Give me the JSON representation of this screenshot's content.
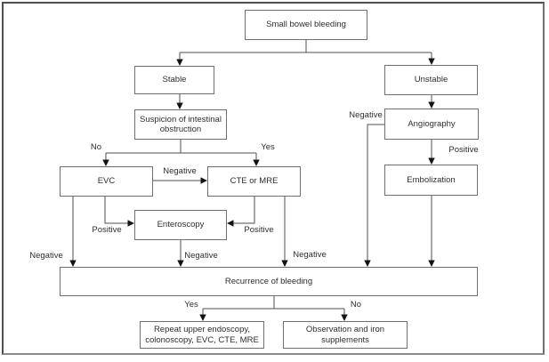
{
  "diagram": {
    "type": "flowchart",
    "nodes": {
      "root": {
        "label": "Small bowel bleeding"
      },
      "stable": {
        "label": "Stable"
      },
      "unstable": {
        "label": "Unstable"
      },
      "suspicion": {
        "label": "Suspicion of intestinal obstruction"
      },
      "evc": {
        "label": "EVC"
      },
      "cte_mre": {
        "label": "CTE or MRE"
      },
      "enteroscopy": {
        "label": "Enteroscopy"
      },
      "angiography": {
        "label": "Angiography"
      },
      "embolization": {
        "label": "Embolization"
      },
      "recurrence": {
        "label": "Recurrence of bleeding"
      },
      "repeat": {
        "label": "Repeat upper endoscopy, colonoscopy, EVC, CTE, MRE"
      },
      "observation": {
        "label": "Observation and iron supplements"
      }
    },
    "edge_labels": {
      "no_upper": "No",
      "yes_upper": "Yes",
      "negative_evc_to_cte": "Negative",
      "positive_evc": "Positive",
      "positive_cte": "Positive",
      "negative_evc_down": "Negative",
      "negative_enteroscopy_down": "Negative",
      "negative_cte_down": "Negative",
      "negative_angiography": "Negative",
      "positive_angiography": "Positive",
      "yes_lower": "Yes",
      "no_lower": "No"
    },
    "edges": [
      "Small bowel bleeding -> Stable",
      "Small bowel bleeding -> Unstable",
      "Stable -> Suspicion of intestinal obstruction",
      "Suspicion of intestinal obstruction -No-> EVC",
      "Suspicion of intestinal obstruction -Yes-> CTE or MRE",
      "EVC -Negative-> CTE or MRE",
      "EVC -Positive-> Enteroscopy",
      "CTE or MRE -Positive-> Enteroscopy",
      "EVC -Negative-> Recurrence of bleeding",
      "Enteroscopy -Negative-> Recurrence of bleeding",
      "CTE or MRE -Negative-> Recurrence of bleeding",
      "Unstable -> Angiography",
      "Angiography -Positive-> Embolization",
      "Angiography -Negative-> Recurrence of bleeding",
      "Embolization -> Recurrence of bleeding",
      "Recurrence of bleeding -Yes-> Repeat upper endoscopy, colonoscopy, EVC, CTE, MRE",
      "Recurrence of bleeding -No-> Observation and iron supplements"
    ],
    "colors": {
      "background": "#ffffff",
      "box_border": "#6f6f6f",
      "frame_border": "#4e4e4e",
      "line": "#4f4f4f",
      "arrowhead": "#141414",
      "text": "#2e2e2e"
    }
  }
}
